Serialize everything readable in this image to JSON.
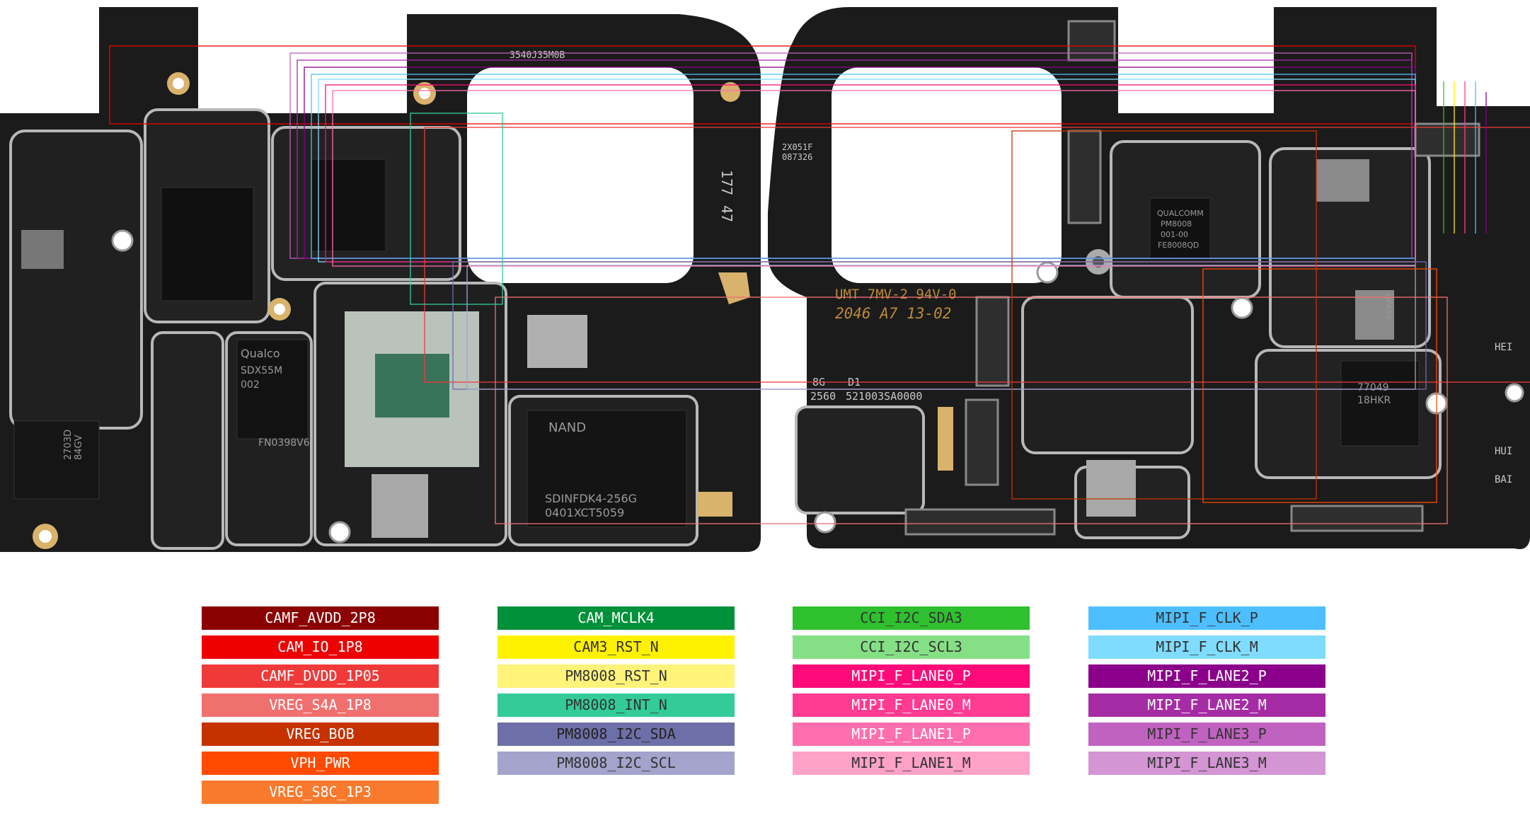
{
  "board": {
    "left_panel": {
      "silkscreen": [
        "3540J35M0B",
        "177",
        "47"
      ],
      "chips": [
        {
          "label": "Qualco",
          "name": "qualcomm-modem-chip"
        },
        {
          "label": "SDX55M",
          "name": "modem-chip-marking"
        },
        {
          "label": "002",
          "name": "modem-chip-code"
        },
        {
          "label": "FN0398V6",
          "name": "modem-chip-lot"
        },
        {
          "label": "NAND",
          "name": "nand-chip-marking"
        },
        {
          "label": "SDINFDK4-256G",
          "name": "nand-chip-part"
        },
        {
          "label": "0401XCT5059",
          "name": "nand-chip-lot"
        },
        {
          "label": "2703D",
          "name": "small-chip-marking"
        },
        {
          "label": "84GV",
          "name": "small-chip-marking-2"
        }
      ]
    },
    "right_panel": {
      "silkscreen": [
        "2X051F",
        "087326",
        "8G",
        "D1",
        "2560",
        "521003SA0000"
      ],
      "manufacturer_mark": "UMT 7MV-2 94V-0",
      "date_code": "2046 A7 13-02",
      "chips": [
        {
          "label": "QUALCOMM",
          "name": "pmic-chip-marking"
        },
        {
          "label": "PM8008",
          "name": "pmic-chip-part"
        },
        {
          "label": "001-00",
          "name": "pmic-chip-code"
        },
        {
          "label": "FE8008QD",
          "name": "pmic-chip-lot"
        },
        {
          "label": "77049",
          "name": "rf-chip-marking"
        },
        {
          "label": "18HKR",
          "name": "rf-chip-lot"
        },
        {
          "label": "QPA55",
          "name": "pa-chip-marking"
        }
      ],
      "edge_labels": [
        "HEI",
        "HUI",
        "BAI"
      ]
    }
  },
  "legend": [
    {
      "label": "CAMF_AVDD_2P8",
      "color": "#8b0000",
      "text_color": "#ffffff"
    },
    {
      "label": "CAM_IO_1P8",
      "color": "#ee0000",
      "text_color": "#ffffff"
    },
    {
      "label": "CAMF_DVDD_1P05",
      "color": "#f03a3a",
      "text_color": "#ffffff"
    },
    {
      "label": "VREG_S4A_1P8",
      "color": "#f07070",
      "text_color": "#ffffff"
    },
    {
      "label": "VREG_BOB",
      "color": "#c53200",
      "text_color": "#ffffff"
    },
    {
      "label": "VPH_PWR",
      "color": "#ff4a00",
      "text_color": "#ffffff"
    },
    {
      "label": "VREG_S8C_1P3",
      "color": "#f97a2d",
      "text_color": "#ffffff"
    },
    {
      "label": "CAM_MCLK4",
      "color": "#00913a",
      "text_color": "#ffffff"
    },
    {
      "label": "CAM3_RST_N",
      "color": "#fff200",
      "text_color": "#333333"
    },
    {
      "label": "PM8008_RST_N",
      "color": "#fff37a",
      "text_color": "#333333"
    },
    {
      "label": "PM8008_INT_N",
      "color": "#33cc99",
      "text_color": "#333333"
    },
    {
      "label": "PM8008_I2C_SDA",
      "color": "#6e6ea8",
      "text_color": "#222222"
    },
    {
      "label": "PM8008_I2C_SCL",
      "color": "#a3a3cc",
      "text_color": "#333333"
    },
    {
      "label": "CCI_I2C_SDA3",
      "color": "#2ec02e",
      "text_color": "#333333"
    },
    {
      "label": "CCI_I2C_SCL3",
      "color": "#85e085",
      "text_color": "#333333"
    },
    {
      "label": "MIPI_F_LANE0_P",
      "color": "#ff0a78",
      "text_color": "#ffffff"
    },
    {
      "label": "MIPI_F_LANE0_M",
      "color": "#ff3b92",
      "text_color": "#ffffff"
    },
    {
      "label": "MIPI_F_LANE1_P",
      "color": "#ff6eae",
      "text_color": "#ffffff"
    },
    {
      "label": "MIPI_F_LANE1_M",
      "color": "#ffa1c9",
      "text_color": "#333333"
    },
    {
      "label": "MIPI_F_CLK_P",
      "color": "#4dbfff",
      "text_color": "#333333"
    },
    {
      "label": "MIPI_F_CLK_M",
      "color": "#7fdcff",
      "text_color": "#333333"
    },
    {
      "label": "MIPI_F_LANE2_P",
      "color": "#8a008a",
      "text_color": "#ffffff"
    },
    {
      "label": "MIPI_F_LANE2_M",
      "color": "#a52ca5",
      "text_color": "#ffffff"
    },
    {
      "label": "MIPI_F_LANE3_P",
      "color": "#c062c0",
      "text_color": "#333333"
    },
    {
      "label": "MIPI_F_LANE3_M",
      "color": "#d395d3",
      "text_color": "#333333"
    }
  ]
}
